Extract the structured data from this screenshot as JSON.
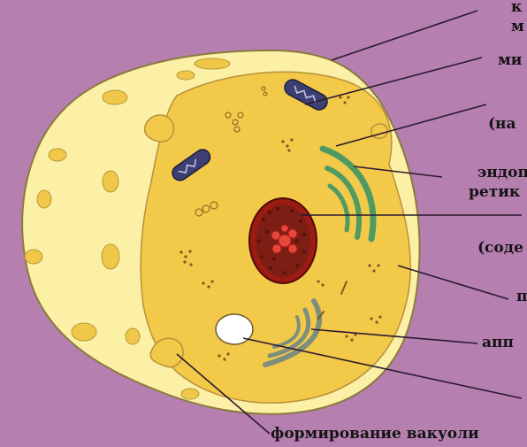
{
  "labels": {
    "l1a": "к",
    "l1b": "м",
    "l2": "ми",
    "l3": "(на",
    "l4a": "эндоп",
    "l4b": "ретик",
    "l5": "(соде",
    "l6": "п",
    "l7": "апп",
    "l8": "формирование вакуоли"
  },
  "colors": {
    "background": "#b57fb0",
    "cytoplasm": "#f3c94a",
    "cell_wall": "#fbf0a6",
    "nucleus": "#9c1b12",
    "nucleolus": "#e8473e",
    "endoplasmic_reticulum": "#4f9a62",
    "golgi": "#7d8f7c",
    "mitochondria": "#3d3f73",
    "vacuole": "#ffffff",
    "leader_lines": "#2a1a2e"
  }
}
